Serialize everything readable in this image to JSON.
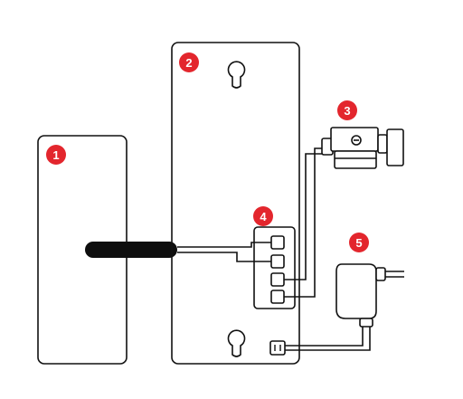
{
  "colors": {
    "badge": "#e3262d",
    "outline": "#111111",
    "background": "#ffffff"
  },
  "badges": [
    "1",
    "2",
    "3",
    "4",
    "5"
  ],
  "components": [
    {
      "badge": "1",
      "icon": "outdoor-panel-icon"
    },
    {
      "badge": "2",
      "icon": "indoor-monitor-icon"
    },
    {
      "badge": "3",
      "icon": "electric-lock-icon"
    },
    {
      "badge": "4",
      "icon": "terminal-block-icon"
    },
    {
      "badge": "5",
      "icon": "power-adapter-icon"
    }
  ]
}
